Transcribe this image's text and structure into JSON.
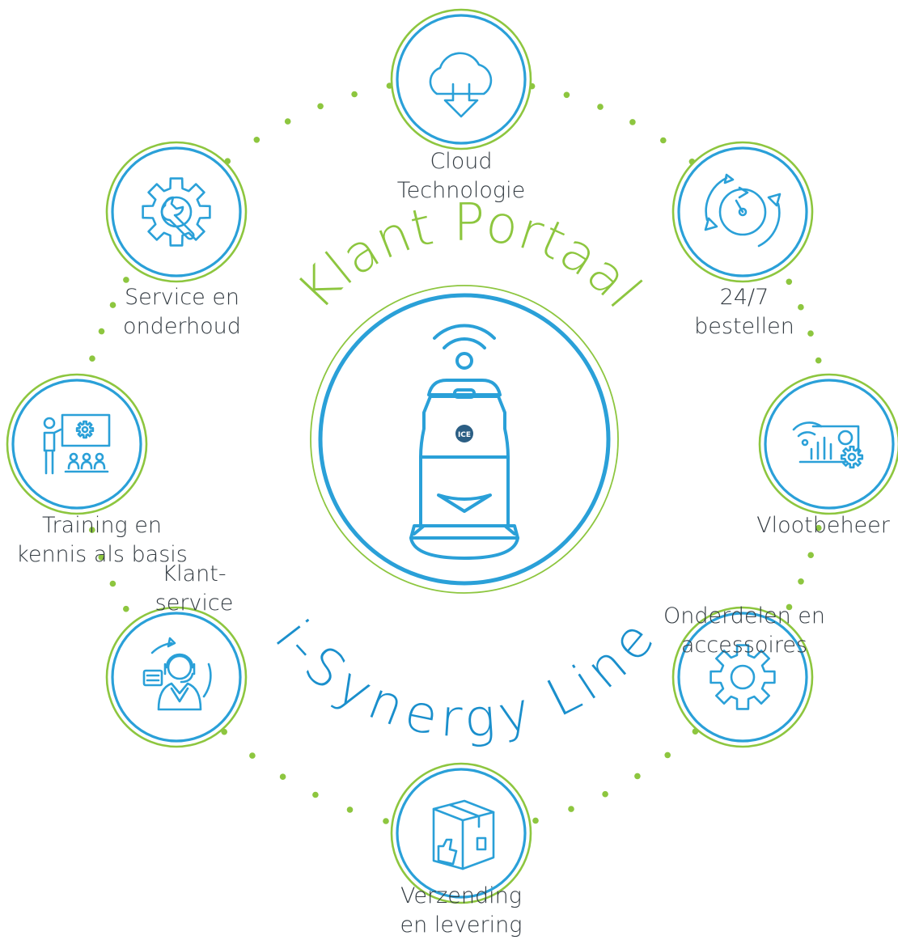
{
  "center": {
    "title_top": "Klant Portaal",
    "title_bottom": "i-Synergy Line",
    "logo_text": "ICE"
  },
  "nodes": [
    {
      "id": "cloud",
      "icon": "cloud-download-icon",
      "lines": [
        "Cloud",
        "Technologie"
      ]
    },
    {
      "id": "order",
      "icon": "clock-cycle-icon",
      "lines": [
        "24/7",
        "bestellen"
      ]
    },
    {
      "id": "fleet",
      "icon": "fleet-dashboard-icon",
      "lines": [
        "Vlootbeheer"
      ]
    },
    {
      "id": "parts",
      "icon": "gear-icon",
      "lines": [
        "Onderdelen en",
        "accessoires"
      ]
    },
    {
      "id": "shipping",
      "icon": "package-thumbs-up-icon",
      "lines": [
        "Verzending",
        "en levering"
      ]
    },
    {
      "id": "support",
      "icon": "headset-agent-icon",
      "lines": [
        "Klant-",
        "service"
      ]
    },
    {
      "id": "training",
      "icon": "presentation-training-icon",
      "lines": [
        "Training en",
        "kennis als basis"
      ]
    },
    {
      "id": "service",
      "icon": "gear-wrench-icon",
      "lines": [
        "Service en",
        "onderhoud"
      ]
    }
  ],
  "colors": {
    "green": "#8dc63f",
    "blue": "#2aa0d8",
    "dark_blue": "#1a8fcc",
    "text": "#333b42",
    "dots": "#8dc63f"
  }
}
